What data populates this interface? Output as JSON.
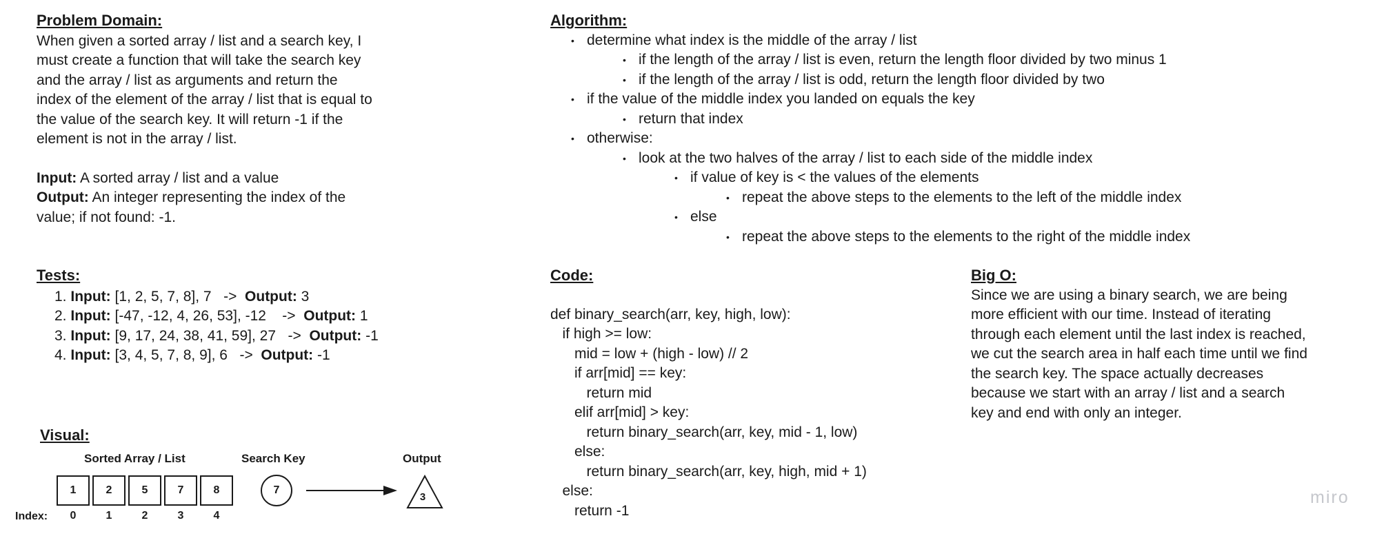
{
  "problem": {
    "heading": "Problem Domain:",
    "lines": [
      "When given a sorted array / list and a search key, I",
      "must create a function that will take the search key",
      "and the array / list as arguments and return the",
      "index of the element of the array / list that is equal to",
      "the value of the search key. It will return -1 if the",
      "element is not in the array / list."
    ],
    "input_label": "Input:",
    "input_text": " A sorted array / list and a value",
    "output_label": "Output:",
    "output_text": " An integer representing the index of the",
    "output_text2": "value; if not found: -1."
  },
  "tests": {
    "heading": "Tests:",
    "items": [
      {
        "num": "1.",
        "input_label": "Input:",
        "input": " [1, 2, 5, 7, 8], 7   ->  ",
        "output_label": "Output:",
        "output": " 3"
      },
      {
        "num": "2.",
        "input_label": "Input:",
        "input": " [-47, -12, 4, 26, 53], -12    ->  ",
        "output_label": "Output:",
        "output": " 1"
      },
      {
        "num": "3.",
        "input_label": "Input:",
        "input": " [9, 17, 24, 38, 41, 59], 27   ->  ",
        "output_label": "Output:",
        "output": " -1"
      },
      {
        "num": "4.",
        "input_label": "Input:",
        "input": " [3, 4, 5, 7, 8, 9], 6   ->  ",
        "output_label": "Output:",
        "output": " -1"
      }
    ]
  },
  "algorithm": {
    "heading": "Algorithm:",
    "steps": [
      {
        "level": 1,
        "text": "determine what index is the middle of the array / list"
      },
      {
        "level": 2,
        "text": "if the length of the array / list is even, return the length floor divided by two minus 1"
      },
      {
        "level": 2,
        "text": "if the length of the array / list is odd, return the length floor divided by two"
      },
      {
        "level": 1,
        "text": "if the value of the middle index you landed on equals the key"
      },
      {
        "level": 2,
        "text": "return that index"
      },
      {
        "level": 1,
        "text": "otherwise:"
      },
      {
        "level": 2,
        "text": "look at the two halves of the array / list to each side of the middle index"
      },
      {
        "level": 3,
        "text": "if value of key is < the values of the elements"
      },
      {
        "level": 4,
        "text": "repeat the above steps to the elements to the left of the middle index"
      },
      {
        "level": 3,
        "text": "else"
      },
      {
        "level": 4,
        "text": "repeat the above steps to the elements to the right of the middle index"
      }
    ]
  },
  "code": {
    "heading": "Code:",
    "lines": [
      "def binary_search(arr, key, high, low):",
      "   if high >= low:",
      "      mid = low + (high - low) // 2",
      "      if arr[mid] == key:",
      "         return mid",
      "      elif arr[mid] > key:",
      "         return binary_search(arr, key, mid - 1, low)",
      "      else:",
      "         return binary_search(arr, key, high, mid + 1)",
      "   else:",
      "      return -1"
    ]
  },
  "bigo": {
    "heading": "Big O:",
    "lines": [
      "Since we are using a binary search, we are being",
      "more efficient with our time. Instead of iterating",
      "through each element until the last index is reached,",
      "we cut the search area in half each time until we find",
      "the search key. The space actually decreases",
      "because we start with an array / list and a search",
      "key and end with only an integer."
    ]
  },
  "visual": {
    "heading": "Visual:",
    "array_label": "Sorted Array / List",
    "key_label": "Search Key",
    "output_label": "Output",
    "index_label": "Index:",
    "cells": [
      "1",
      "2",
      "5",
      "7",
      "8"
    ],
    "indices": [
      "0",
      "1",
      "2",
      "3",
      "4"
    ],
    "key_value": "7",
    "output_value": "3"
  },
  "brand": "miro"
}
